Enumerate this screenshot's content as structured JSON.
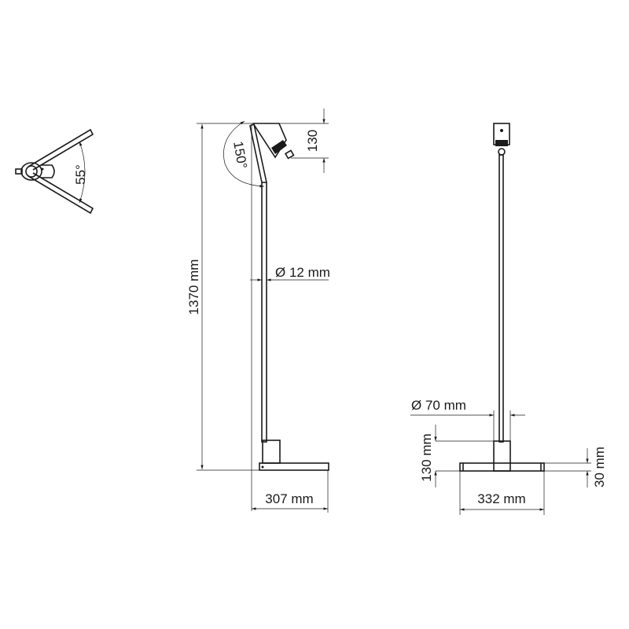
{
  "labels": {
    "spread_angle": "55°",
    "tilt_angle": "150°",
    "head_height": "130",
    "total_height": "1370 mm",
    "pole_diameter": "Ø 12 mm",
    "side_base_width": "307 mm",
    "stem_diameter": "Ø 70 mm",
    "stem_height": "130 mm",
    "base_thickness": "30 mm",
    "front_base_width": "332 mm"
  },
  "colors": {
    "line": "#1a1a1a",
    "background": "#ffffff"
  }
}
